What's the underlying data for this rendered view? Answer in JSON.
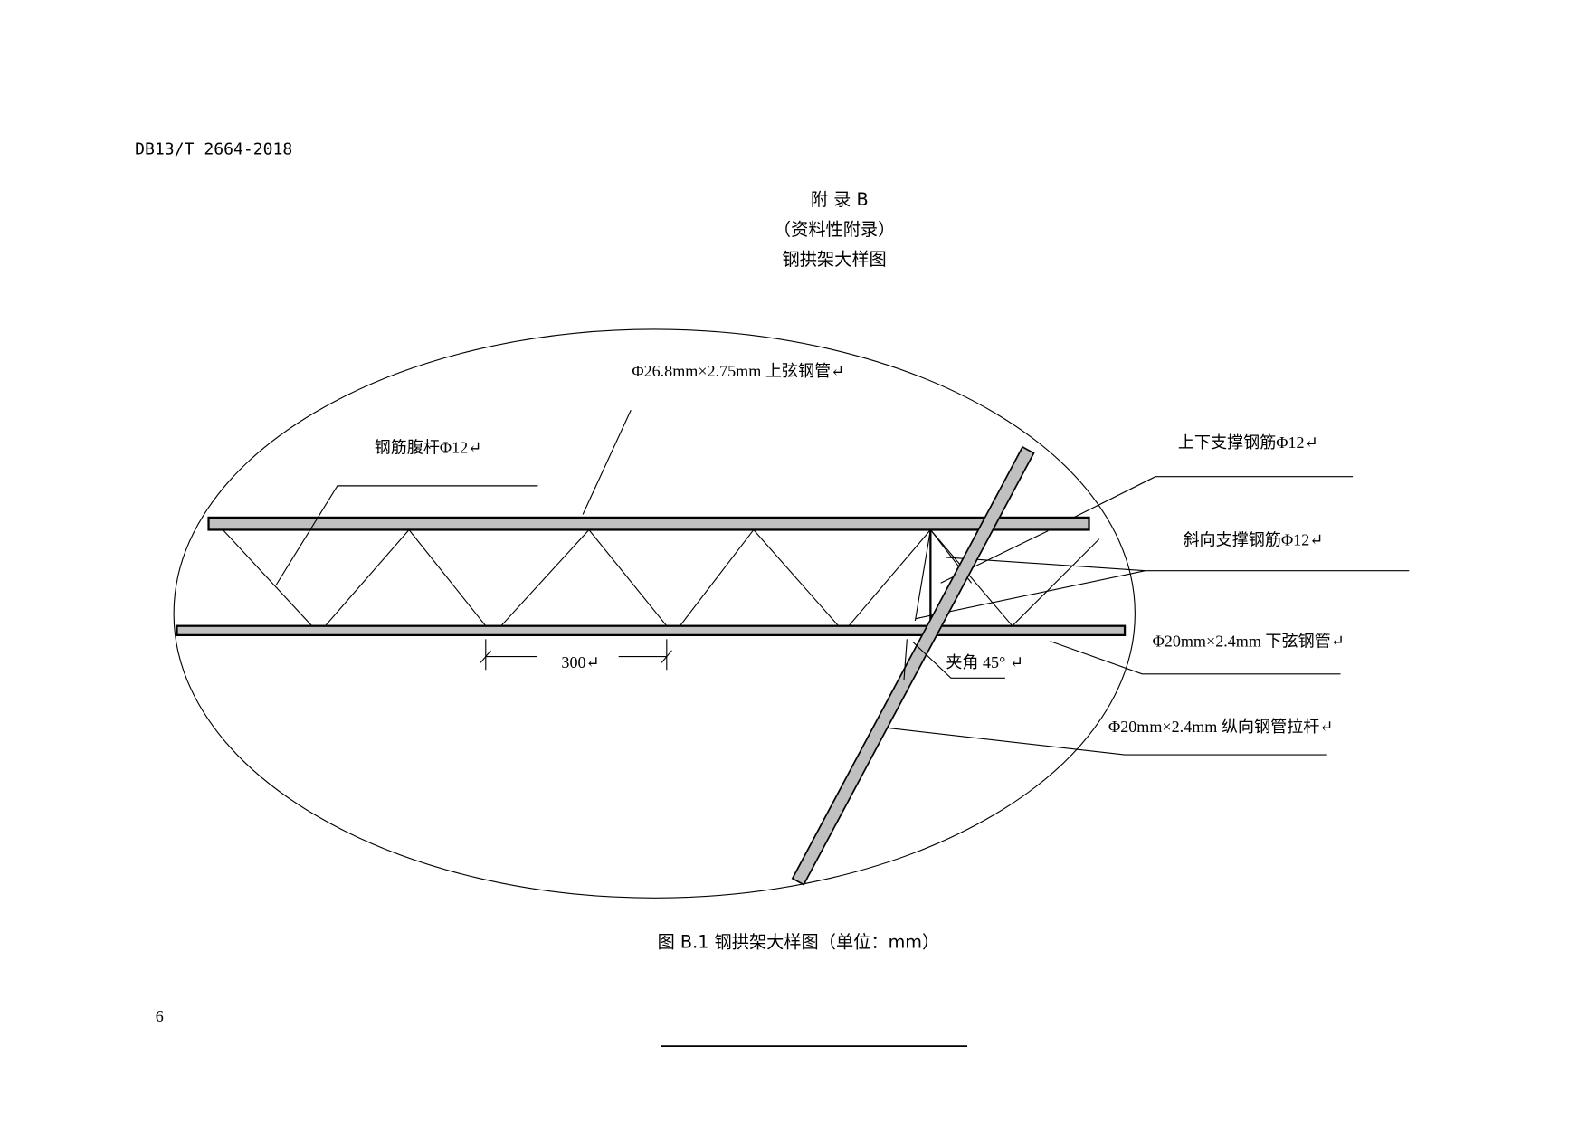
{
  "header": {
    "doc_number": "DB13/T 2664-2018"
  },
  "title": {
    "appendix": "附 录 B",
    "type": "（资料性附录）",
    "name": "钢拱架大样图"
  },
  "figure": {
    "labels": {
      "top_chord": "Φ26.8mm×2.75mm 上弦钢管↵",
      "web_rebar": "钢筋腹杆Φ12↵",
      "vertical_support": "上下支撑钢筋Φ12↵",
      "diagonal_support": "斜向支撑钢筋Φ12↵",
      "bottom_chord": "Φ20mm×2.4mm 下弦钢管↵",
      "angle": "夹角 45°  ↵",
      "spacing": "300↵",
      "tie_rod": "Φ20mm×2.4mm 纵向钢管拉杆↵"
    },
    "caption": "图 B.1   钢拱架大样图（单位：mm）"
  },
  "footer": {
    "page_number": "6"
  }
}
